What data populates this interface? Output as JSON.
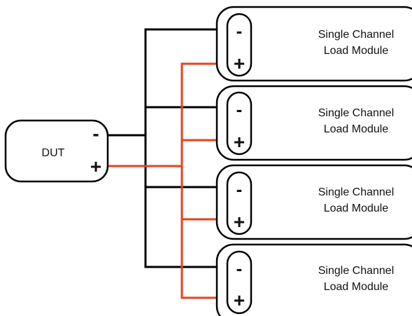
{
  "dut": {
    "label": "DUT",
    "minus": "-",
    "plus": "+"
  },
  "modules": [
    {
      "line1": "Single Channel",
      "line2": "Load Module",
      "minus": "-",
      "plus": "+"
    },
    {
      "line1": "Single Channel",
      "line2": "Load Module",
      "minus": "-",
      "plus": "+"
    },
    {
      "line1": "Single Channel",
      "line2": "Load Module",
      "minus": "-",
      "plus": "+"
    },
    {
      "line1": "Single Channel",
      "line2": "Load Module",
      "minus": "-",
      "plus": "+"
    }
  ],
  "colors": {
    "negative_wire": "#000000",
    "positive_wire": "#e8401c",
    "outline": "#000000"
  }
}
